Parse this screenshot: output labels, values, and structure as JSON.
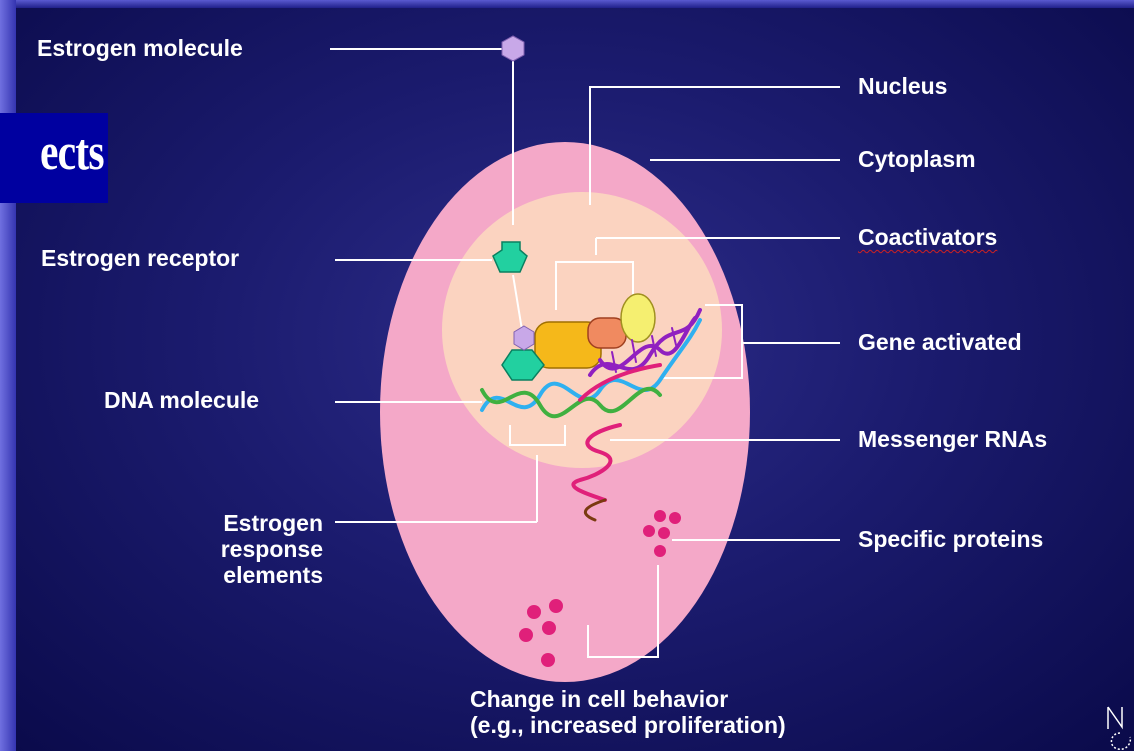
{
  "title": {
    "text": "ects"
  },
  "labels": {
    "estrogen_molecule": "Estrogen molecule",
    "estrogen_receptor": "Estrogen receptor",
    "dna_molecule": "DNA molecule",
    "ere_line1": "Estrogen",
    "ere_line2": "response",
    "ere_line3": "elements",
    "nucleus": "Nucleus",
    "cytoplasm": "Cytoplasm",
    "coactivators": "Coactivators",
    "gene_activated": "Gene activated",
    "messenger_rnas": "Messenger RNAs",
    "specific_proteins": "Specific proteins",
    "change_line1": "Change in cell behavior",
    "change_line2": "(e.g., increased proliferation)"
  },
  "colors": {
    "cytoplasm": "#f4a8c8",
    "nucleus": "#fbd3c0",
    "receptor": "#22d0a0",
    "estrogen": "#c8a8e8",
    "coactivator_orange": "#f5b81a",
    "coactivator_salmon": "#f08a60",
    "coactivator_yellow": "#f5ef70",
    "protein": "#e0207a",
    "dna_blue": "#2fb0f0",
    "dna_green": "#40b040",
    "dna_purple": "#9020c0",
    "rna_magenta": "#e0207a",
    "rna_brown": "#7a3a10"
  },
  "icons": [
    "hexagon-estrogen-icon",
    "hexagon-receptor-icon",
    "dna-helix-icon",
    "protein-dot-icon"
  ]
}
